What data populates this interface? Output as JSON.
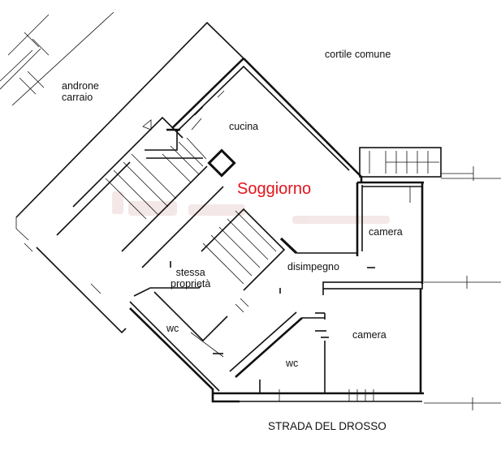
{
  "plan": {
    "labels": {
      "androne": [
        "androne",
        "carraio"
      ],
      "cortile": "cortile comune",
      "cucina": "cucina",
      "soggiorno": "Soggiorno",
      "camera_top": "camera",
      "disimpegno": "disimpegno",
      "stessa": [
        "stessa",
        "proprietà"
      ],
      "wc_left": "wc",
      "wc_right": "wc",
      "camera_bottom": "camera",
      "street": "STRADA DEL DROSSO"
    },
    "colors": {
      "walls": "#111111",
      "soggiorno_label": "#e3141b",
      "watermark": "#f3e5e5"
    }
  }
}
